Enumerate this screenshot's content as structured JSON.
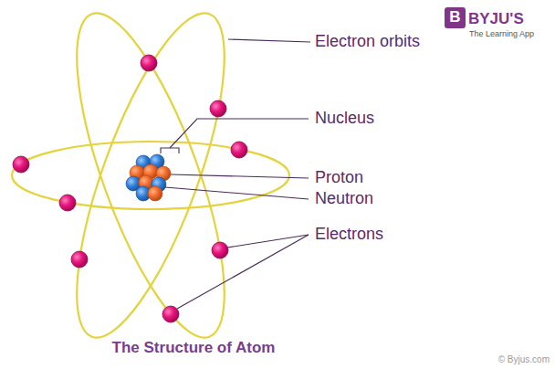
{
  "diagram": {
    "caption": "The Structure of Atom",
    "labels": [
      "B",
      "BYJU'S",
      "The Learning App",
      "Electron orbits",
      "Nucleus",
      "Proton",
      "Neutron",
      "Electrons",
      "© Byjus.com"
    ]
  }
}
